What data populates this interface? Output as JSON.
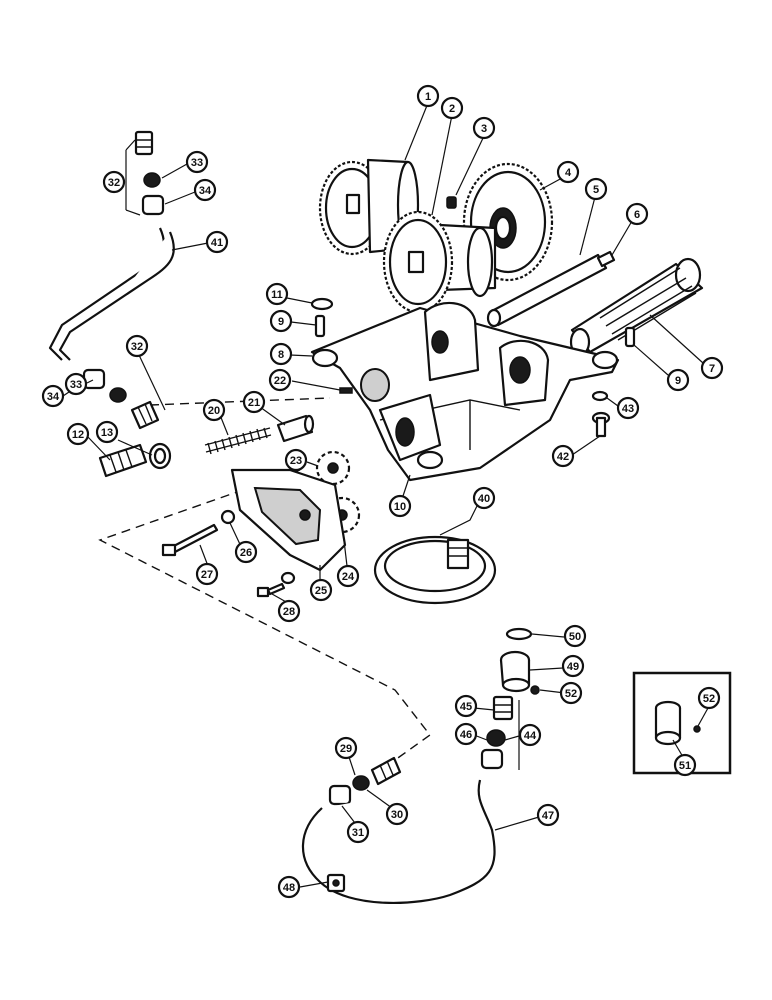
{
  "diagram": {
    "callouts": [
      {
        "id": "c1",
        "label": "1"
      },
      {
        "id": "c2",
        "label": "2"
      },
      {
        "id": "c3",
        "label": "3"
      },
      {
        "id": "c4",
        "label": "4"
      },
      {
        "id": "c5",
        "label": "5"
      },
      {
        "id": "c6",
        "label": "6"
      },
      {
        "id": "c7",
        "label": "7"
      },
      {
        "id": "c8",
        "label": "8"
      },
      {
        "id": "c9a",
        "label": "9"
      },
      {
        "id": "c9b",
        "label": "9"
      },
      {
        "id": "c10",
        "label": "10"
      },
      {
        "id": "c11",
        "label": "11"
      },
      {
        "id": "c12",
        "label": "12"
      },
      {
        "id": "c13",
        "label": "13"
      },
      {
        "id": "c20",
        "label": "20"
      },
      {
        "id": "c21",
        "label": "21"
      },
      {
        "id": "c22",
        "label": "22"
      },
      {
        "id": "c23",
        "label": "23"
      },
      {
        "id": "c24",
        "label": "24"
      },
      {
        "id": "c25",
        "label": "25"
      },
      {
        "id": "c26",
        "label": "26"
      },
      {
        "id": "c27",
        "label": "27"
      },
      {
        "id": "c28",
        "label": "28"
      },
      {
        "id": "c29",
        "label": "29"
      },
      {
        "id": "c30",
        "label": "30"
      },
      {
        "id": "c31",
        "label": "31"
      },
      {
        "id": "c32a",
        "label": "32"
      },
      {
        "id": "c32b",
        "label": "32"
      },
      {
        "id": "c33a",
        "label": "33"
      },
      {
        "id": "c33b",
        "label": "33"
      },
      {
        "id": "c34a",
        "label": "34"
      },
      {
        "id": "c34b",
        "label": "34"
      },
      {
        "id": "c40",
        "label": "40"
      },
      {
        "id": "c41",
        "label": "41"
      },
      {
        "id": "c42",
        "label": "42"
      },
      {
        "id": "c43",
        "label": "43"
      },
      {
        "id": "c44",
        "label": "44"
      },
      {
        "id": "c45",
        "label": "45"
      },
      {
        "id": "c46",
        "label": "46"
      },
      {
        "id": "c47",
        "label": "47"
      },
      {
        "id": "c48",
        "label": "48"
      },
      {
        "id": "c49",
        "label": "49"
      },
      {
        "id": "c50",
        "label": "50"
      },
      {
        "id": "c51",
        "label": "51"
      },
      {
        "id": "c52a",
        "label": "52"
      },
      {
        "id": "c52b",
        "label": "52"
      }
    ]
  }
}
